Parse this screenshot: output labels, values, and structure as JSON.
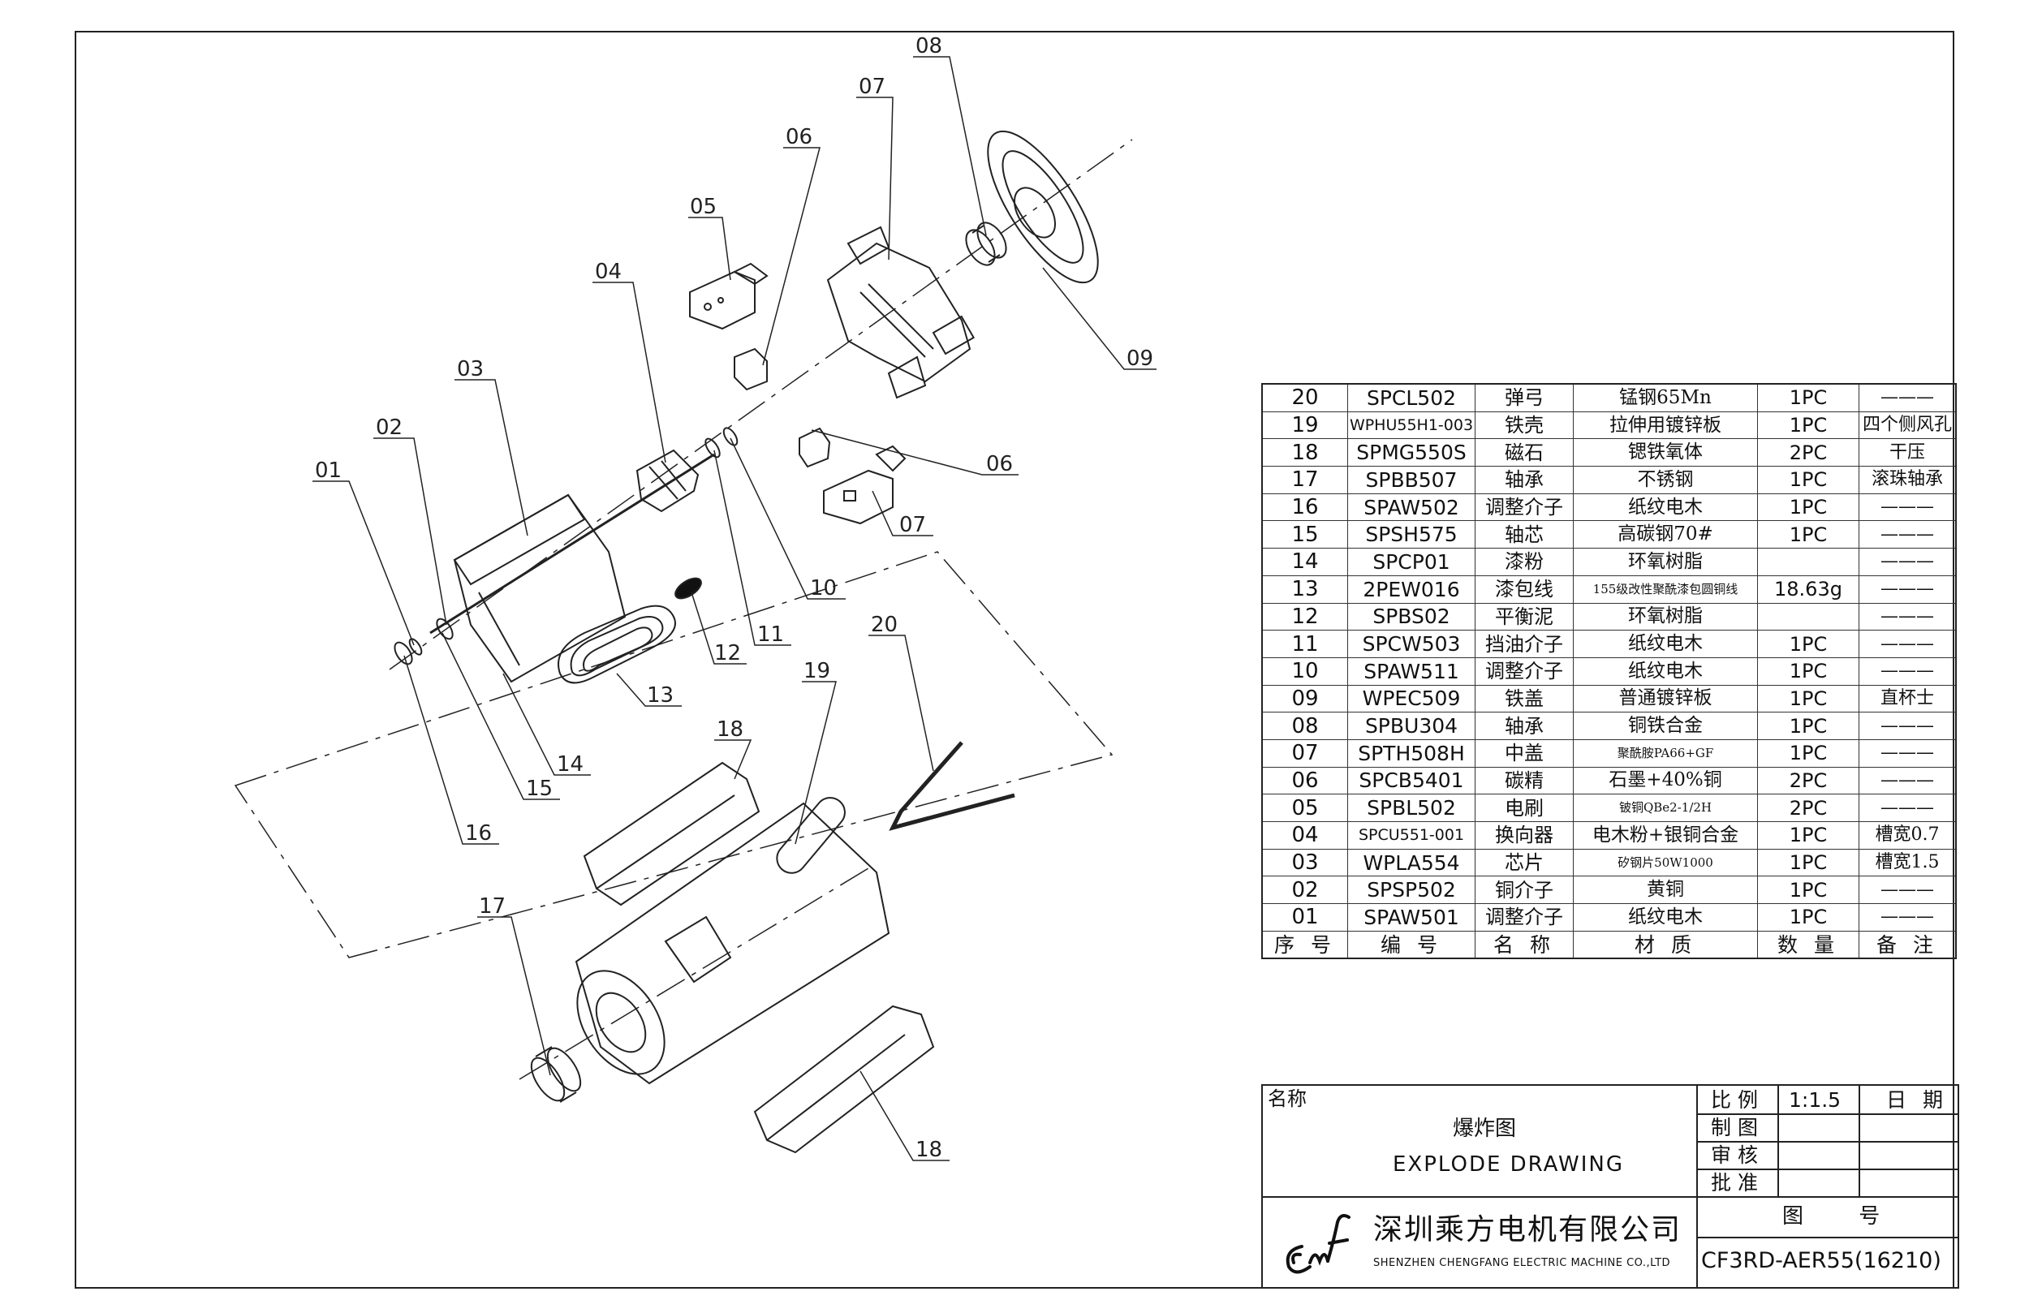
{
  "callouts": [
    "01",
    "02",
    "03",
    "04",
    "05",
    "06",
    "07",
    "08",
    "09",
    "10",
    "11",
    "12",
    "13",
    "14",
    "15",
    "16",
    "17",
    "18",
    "19",
    "20"
  ],
  "parts_table": {
    "headers": [
      "序 号",
      "编 号",
      "名 称",
      "材 质",
      "数 量",
      "备 注"
    ],
    "rows": [
      {
        "no": "20",
        "code": "SPCL502",
        "name": "弹弓",
        "material": "锰钢65Mn",
        "qty": "1PC",
        "note": "———"
      },
      {
        "no": "19",
        "code": "WPHU55H1-003",
        "name": "铁壳",
        "material": "拉伸用镀锌板",
        "qty": "1PC",
        "note": "四个侧风孔"
      },
      {
        "no": "18",
        "code": "SPMG550S",
        "name": "磁石",
        "material": "锶铁氧体",
        "qty": "2PC",
        "note": "干压"
      },
      {
        "no": "17",
        "code": "SPBB507",
        "name": "轴承",
        "material": "不锈钢",
        "qty": "1PC",
        "note": "滚珠轴承"
      },
      {
        "no": "16",
        "code": "SPAW502",
        "name": "调整介子",
        "material": "纸纹电木",
        "qty": "1PC",
        "note": "———"
      },
      {
        "no": "15",
        "code": "SPSH575",
        "name": "轴芯",
        "material": "高碳钢70#",
        "qty": "1PC",
        "note": "———"
      },
      {
        "no": "14",
        "code": "SPCP01",
        "name": "漆粉",
        "material": "环氧树脂",
        "qty": "",
        "note": "———"
      },
      {
        "no": "13",
        "code": "2PEW016",
        "name": "漆包线",
        "material": "155级改性聚酰漆包圆铜线",
        "qty": "18.63g",
        "note": "———"
      },
      {
        "no": "12",
        "code": "SPBS02",
        "name": "平衡泥",
        "material": "环氧树脂",
        "qty": "",
        "note": "———"
      },
      {
        "no": "11",
        "code": "SPCW503",
        "name": "挡油介子",
        "material": "纸纹电木",
        "qty": "1PC",
        "note": "———"
      },
      {
        "no": "10",
        "code": "SPAW511",
        "name": "调整介子",
        "material": "纸纹电木",
        "qty": "1PC",
        "note": "———"
      },
      {
        "no": "09",
        "code": "WPEC509",
        "name": "铁盖",
        "material": "普通镀锌板",
        "qty": "1PC",
        "note": "直杯士"
      },
      {
        "no": "08",
        "code": "SPBU304",
        "name": "轴承",
        "material": "铜铁合金",
        "qty": "1PC",
        "note": "———"
      },
      {
        "no": "07",
        "code": "SPTH508H",
        "name": "中盖",
        "material": "聚酰胺PA66+GF",
        "qty": "1PC",
        "note": "———"
      },
      {
        "no": "06",
        "code": "SPCB5401",
        "name": "碳精",
        "material": "石墨+40%铜",
        "qty": "2PC",
        "note": "———"
      },
      {
        "no": "05",
        "code": "SPBL502",
        "name": "电刷",
        "material": "铍铜QBe2-1/2H",
        "qty": "2PC",
        "note": "———"
      },
      {
        "no": "04",
        "code": "SPCU551-001",
        "name": "换向器",
        "material": "电木粉+银铜合金",
        "qty": "1PC",
        "note": "槽宽0.7"
      },
      {
        "no": "03",
        "code": "WPLA554",
        "name": "芯片",
        "material": "矽钢片50W1000",
        "qty": "1PC",
        "note": "槽宽1.5"
      },
      {
        "no": "02",
        "code": "SPSP502",
        "name": "铜介子",
        "material": "黄铜",
        "qty": "1PC",
        "note": "———"
      },
      {
        "no": "01",
        "code": "SPAW501",
        "name": "调整介子",
        "material": "纸纹电木",
        "qty": "1PC",
        "note": "———"
      }
    ]
  },
  "title_block": {
    "name_label": "名称",
    "title_cn": "爆炸图",
    "title_en": "EXPLODE DRAWING",
    "scale_label": "比 例",
    "scale_value": "1:1.5",
    "date_label": "日 期",
    "draw_label": "制 图",
    "check_label": "审 核",
    "approve_label": "批 准",
    "drawing_no_label": "图 号",
    "drawing_no": "CF3RD-AER55(16210)",
    "company_cn": "深圳乘方电机有限公司",
    "company_en": "SHENZHEN CHENGFANG ELECTRIC MACHINE CO.,LTD"
  }
}
